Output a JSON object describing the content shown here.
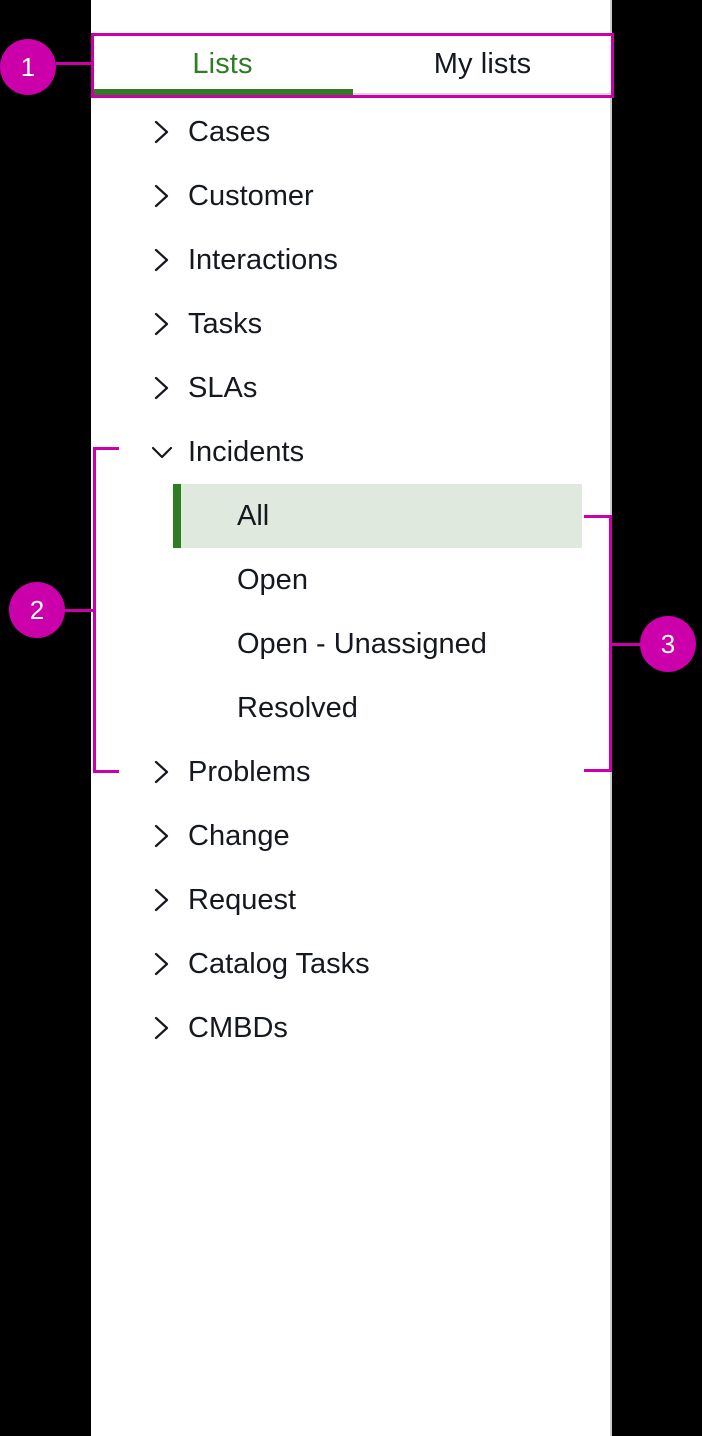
{
  "panel": {
    "tabs": [
      {
        "label": "Lists",
        "active": true,
        "icon": ""
      },
      {
        "label": "My lists",
        "active": false,
        "icon": ""
      }
    ],
    "tree": [
      {
        "label": "Cases",
        "icon": "chevron-right-icon",
        "expanded": false
      },
      {
        "label": "Customer",
        "icon": "chevron-right-icon",
        "expanded": false
      },
      {
        "label": "Interactions",
        "icon": "chevron-right-icon",
        "expanded": false
      },
      {
        "label": "Tasks",
        "icon": "chevron-right-icon",
        "expanded": false
      },
      {
        "label": "SLAs",
        "icon": "chevron-right-icon",
        "expanded": false
      },
      {
        "label": "Incidents",
        "icon": "chevron-down-icon",
        "expanded": true
      },
      {
        "label": "Problems",
        "icon": "chevron-right-icon",
        "expanded": false
      },
      {
        "label": "Change",
        "icon": "chevron-right-icon",
        "expanded": false
      },
      {
        "label": "Request",
        "icon": "chevron-right-icon",
        "expanded": false
      },
      {
        "label": "Catalog Tasks",
        "icon": "chevron-right-icon",
        "expanded": false
      },
      {
        "label": "CMBDs",
        "icon": "chevron-right-icon",
        "expanded": false
      }
    ],
    "incidents_children": [
      {
        "label": "All",
        "selected": true
      },
      {
        "label": "Open",
        "selected": false
      },
      {
        "label": "Open - Unassigned",
        "selected": false
      },
      {
        "label": "Resolved",
        "selected": false
      }
    ]
  },
  "annotations": {
    "badges": [
      {
        "number": "1"
      },
      {
        "number": "2"
      },
      {
        "number": "3"
      }
    ]
  },
  "colors": {
    "accent_green": "#2e7d23",
    "selected_bg": "#e0e9de",
    "annotation_magenta": "#cc00aa",
    "text": "#14181f",
    "panel_bg": "#ffffff",
    "page_bg": "#000000"
  }
}
